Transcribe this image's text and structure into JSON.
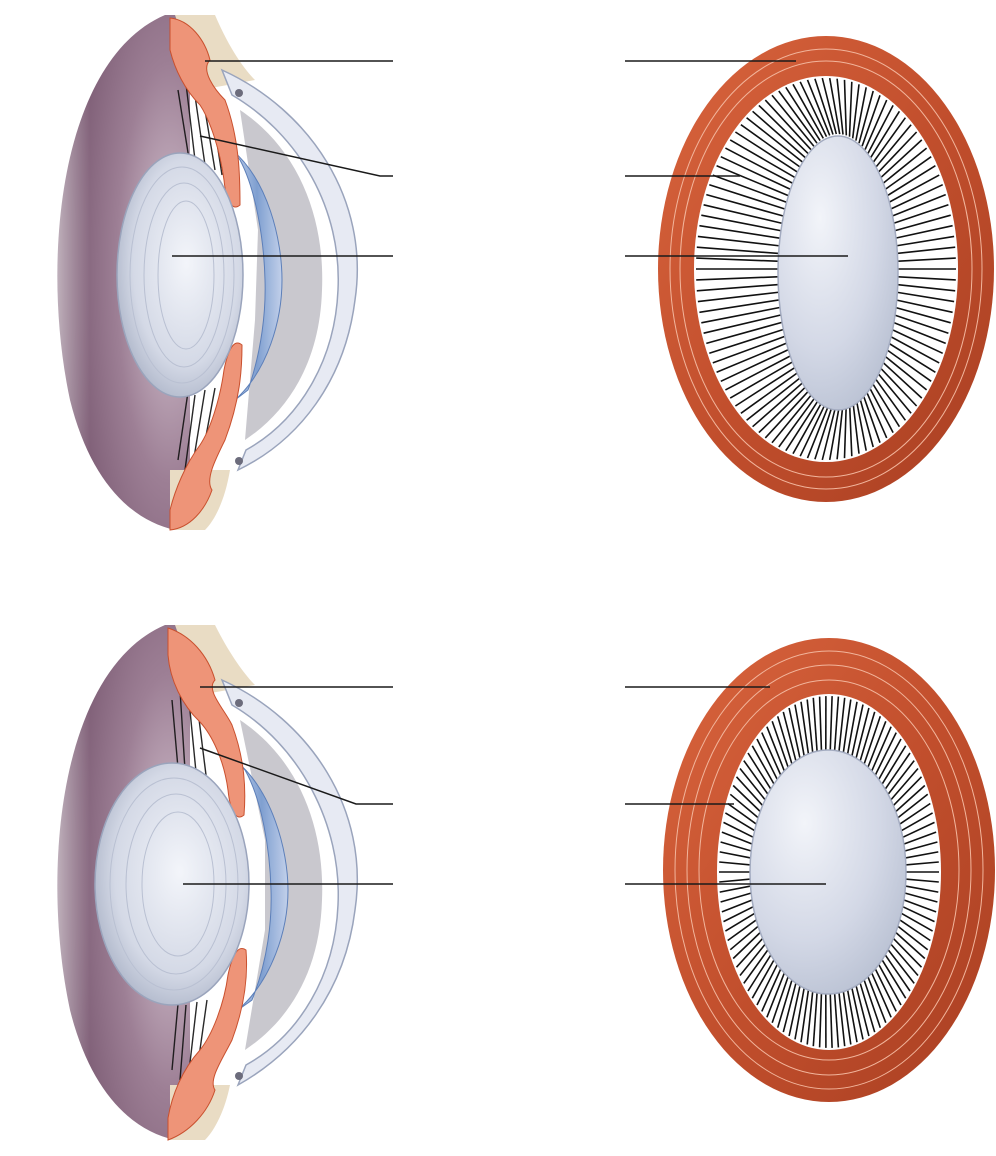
{
  "figure": {
    "panels": [
      {
        "id": "top",
        "lens_state": "rounded",
        "side_view": {
          "leader_labels": [
            "",
            "",
            ""
          ]
        },
        "front_view": {
          "leader_labels": [
            "",
            "",
            ""
          ]
        }
      },
      {
        "id": "bottom",
        "lens_state": "rounded",
        "side_view": {
          "leader_labels": [
            "",
            "",
            ""
          ]
        },
        "front_view": {
          "leader_labels": [
            "",
            "",
            ""
          ]
        }
      }
    ],
    "colors": {
      "ciliary_muscle": "#c9502e",
      "ciliary_muscle_light": "#ee9478",
      "lens": "#cfd6e6",
      "lens_edge": "#9aa4bc",
      "iris_band": "#7f9fd0",
      "cornea": "#e7eaf3",
      "vitreous": "#7a5a73",
      "zonular_fibers": "#111111",
      "sclera": "#e9dcc4",
      "leader_line": "#1a1a1a"
    }
  }
}
